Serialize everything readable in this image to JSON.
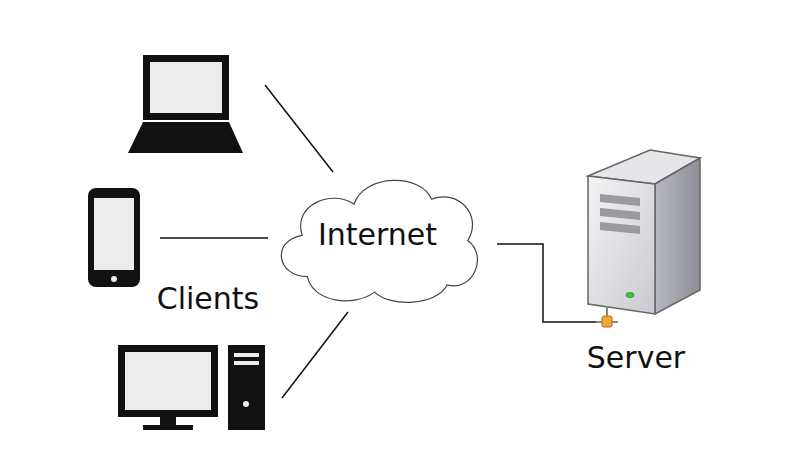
{
  "diagram": {
    "nodes": [
      {
        "text": [
          "Internet"
        ]
      }
    ],
    "labels": [
      "Clients",
      "Server"
    ]
  }
}
